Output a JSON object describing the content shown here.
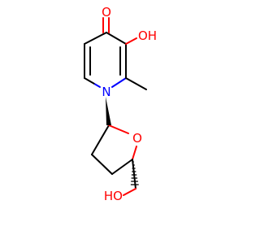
{
  "molecule": {
    "atoms": {
      "carbonyl_oxygen": "O",
      "hydroxy_oxygen": "OH",
      "ring_nitrogen": "N",
      "ring_oxygen": "O",
      "hydroxymethyl_oxygen": "HO"
    },
    "colors": {
      "oxygen": "#ff0000",
      "nitrogen": "#0000ff",
      "bond": "#000000"
    }
  }
}
